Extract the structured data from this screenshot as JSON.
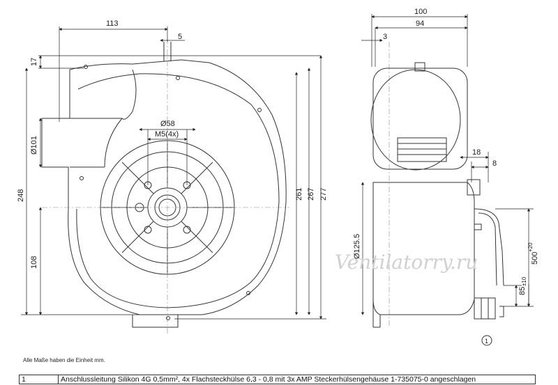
{
  "front_view": {
    "dims": {
      "width_113": "113",
      "offset_5": "5",
      "top_17": "17",
      "inlet_dia": "Ø101",
      "height_248": "248",
      "lower_108": "108",
      "hub_dia": "Ø58",
      "thread": "M5(4x)",
      "h_261": "261",
      "h_267": "267",
      "h_277": "277"
    }
  },
  "side_view": {
    "dims": {
      "width_100": "100",
      "offset_3": "3",
      "width_94": "94",
      "d_18": "18",
      "d_8": "8",
      "outlet_dia": "Ø125.5",
      "cable_length": "500",
      "cable_length_tol": "+20",
      "strip_length": "85",
      "strip_length_tol": "±10"
    }
  },
  "callout": "1",
  "watermark": "Ventilatorry.ru",
  "note": "Alle Maße haben die Einheit mm.",
  "legend": {
    "number": "1",
    "text": "Anschlussleitung Silikon 4G 0,5mm², 4x Flachsteckhülse 6,3 - 0,8 mit 3x AMP Steckerhülsengehäuse 1-735075-0 angeschlagen"
  }
}
